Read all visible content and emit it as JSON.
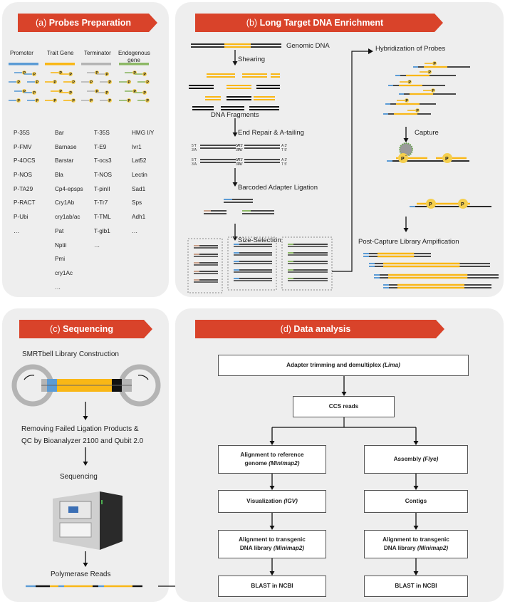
{
  "panel_a": {
    "letter": "(a)",
    "title": "Probes Preparation",
    "headers": {
      "promoter": "Promoter",
      "trait": "Trait Gene",
      "terminator": "Terminator",
      "endogenous": "Endogenous gene"
    },
    "probe_glyph": "P",
    "promoters": [
      "P-35S",
      "P-FMV",
      "P-4OCS",
      "P-NOS",
      "P-TA29",
      "P-RACT",
      "P-Ubi",
      "…"
    ],
    "traits": [
      "Bar",
      "Barnase",
      "Barstar",
      "Bla",
      "Cp4-epsps",
      "Cry1Ab",
      "cry1ab/ac",
      "Pat",
      "Nptii",
      "Pmi",
      "cry1Ac",
      "…"
    ],
    "terminators": [
      "T-35S",
      "T-E9",
      "T-ocs3",
      "T-NOS",
      "T-pinII",
      "T-Tr7",
      "T-TML",
      "T-glb1",
      "…"
    ],
    "endogenous": [
      "HMG I/Y",
      "Ivr1",
      "Lat52",
      "Lectin",
      "Sad1",
      "Sps",
      "Adh1",
      "…"
    ]
  },
  "panel_b": {
    "letter": "(b)",
    "title": "Long Target DNA Enrichment",
    "genomic_dna": "Genomic DNA",
    "shearing": "Shearing",
    "dna_fragments": "DNA Fragments",
    "end_repair": "End Repair & A-tailing",
    "barcoded": "Barcoded Adapter Ligation",
    "size_selection": "Size-Selection",
    "hybridization": "Hybridization of Probes",
    "capture": "Capture",
    "post_capture": "Post-Capture Library Ampification",
    "probe_glyph": "P"
  },
  "panel_c": {
    "letter": "(c)",
    "title": "Sequencing",
    "smrtbell": "SMRTbell Library Construction",
    "removing_1": "Removing Failed Ligation Products &",
    "removing_2": "QC by Bioanalyzer 2100 and Qubit 2.0",
    "sequencing": "Sequencing",
    "polymerase": "Polymerase Reads"
  },
  "panel_d": {
    "letter": "(d)",
    "title": "Data analysis",
    "adapter": "Adapter trimming and demultiplex",
    "adapter_tool": "(Lima)",
    "ccs": "CCS reads",
    "align_ref_1": "Alignment to reference",
    "align_ref_2": "genome",
    "align_ref_tool": "(Minimap2)",
    "assembly": "Assembly",
    "assembly_tool": "(Flye)",
    "visualization": "Visualization",
    "visualization_tool": "(IGV)",
    "contigs": "Contigs",
    "align_tg_1": "Alignment to transgenic",
    "align_tg_2": "DNA library",
    "align_tg_tool": "(Minimap2)",
    "blast": "BLAST in NCBI"
  },
  "colors": {
    "panel_bg": "#eeeeee",
    "title_red": "#d9432a",
    "yellow": "#f9b716",
    "blue": "#5b9bd5",
    "grey": "#b4b4b4",
    "green": "#8cb865",
    "probe": "#f5cf4e",
    "black": "#111111"
  }
}
